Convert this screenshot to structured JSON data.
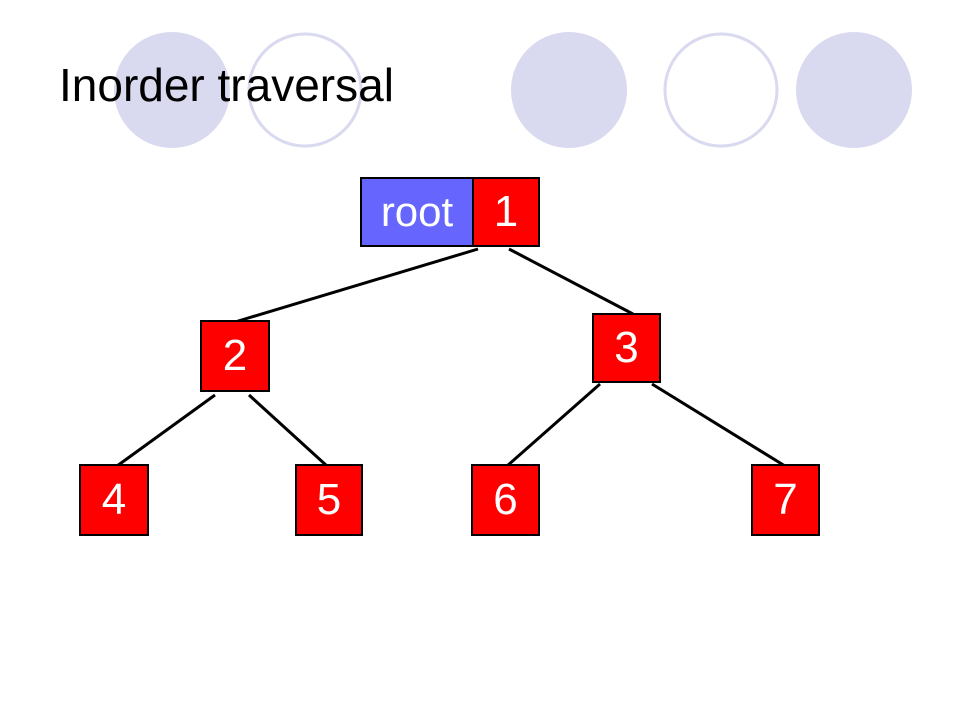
{
  "slide": {
    "title": "Inorder traversal",
    "root_label": "root"
  },
  "tree": {
    "nodes": [
      "1",
      "2",
      "3",
      "4",
      "5",
      "6",
      "7"
    ]
  },
  "colors": {
    "node_fill": "#ff0000",
    "root_label_fill": "#6666ff",
    "node_text": "#ffffff",
    "edge": "#000000",
    "decor_circle": "#d9d9f0"
  }
}
